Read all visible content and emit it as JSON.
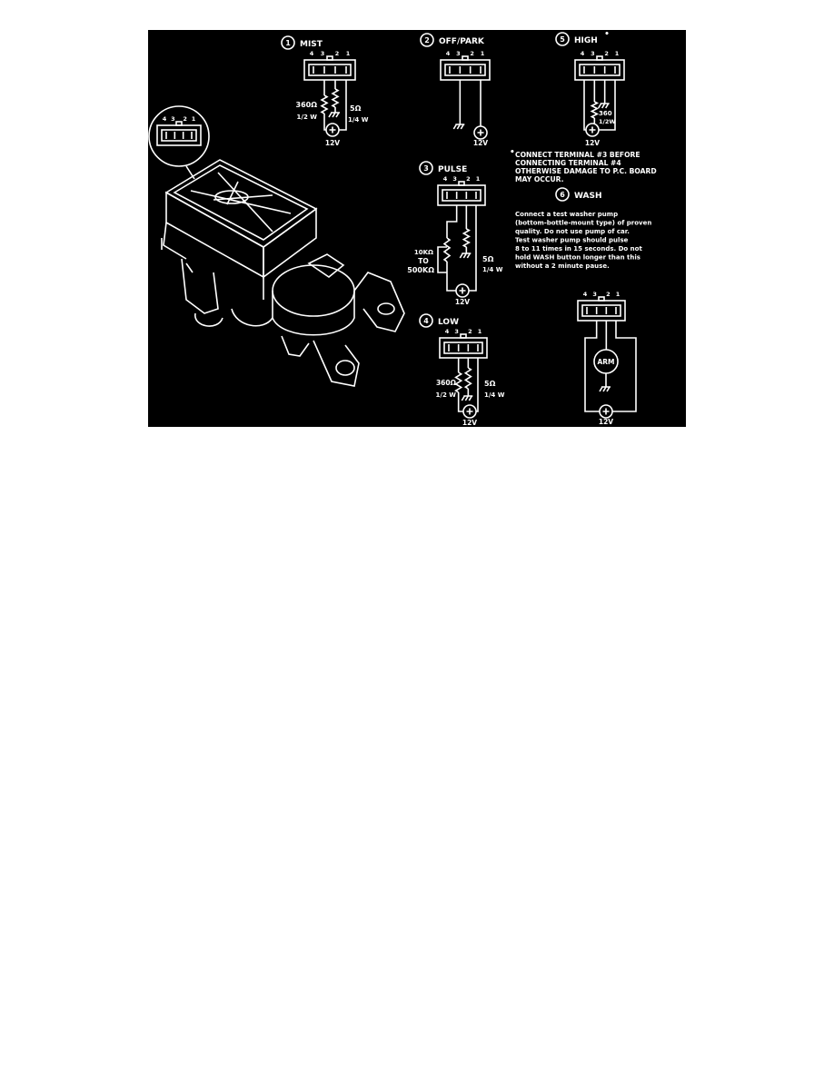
{
  "terminal_labels": [
    "4",
    "3",
    "2",
    "1"
  ],
  "colors": {
    "background": "#000000",
    "lines": "#ffffff",
    "page": "#ffffff"
  },
  "panels": {
    "mist": {
      "number": "1",
      "title": "MIST",
      "r1": "360Ω",
      "r1w": "1/2 W",
      "r2": "5Ω",
      "r2w": "1/4 W",
      "supply": "12V"
    },
    "off_park": {
      "number": "2",
      "title": "OFF/PARK",
      "supply": "12V"
    },
    "high": {
      "number": "5",
      "title": "HIGH",
      "marker": "•",
      "r1": "360",
      "r1w": "1/2W",
      "supply": "12V"
    },
    "pulse": {
      "number": "3",
      "title": "PULSE",
      "r1": "10KΩ",
      "r1to": "TO",
      "r1max": "500KΩ",
      "r2": "5Ω",
      "r2w": "1/4 W",
      "supply": "12V"
    },
    "low": {
      "number": "4",
      "title": "LOW",
      "r1": "360Ω",
      "r1w": "1/2 W",
      "r2": "5Ω",
      "r2w": "1/4 W",
      "supply": "12V"
    },
    "wash": {
      "number": "6",
      "title": "WASH",
      "motor": "ARM",
      "supply": "12V"
    }
  },
  "note": {
    "marker": "•",
    "lines": [
      "CONNECT TERMINAL #3 BEFORE",
      "CONNECTING TERMINAL #4",
      "OTHERWISE DAMAGE TO P.C. BOARD",
      "MAY OCCUR."
    ]
  },
  "wash_instructions": {
    "lines": [
      "Connect a test washer pump",
      "(bottom-bottle-mount type) of proven",
      "quality.  Do not use pump of car.",
      "Test washer pump should pulse",
      "8 to 11 times in 15 seconds. Do not",
      "hold WASH button longer than this",
      "without a 2 minute pause."
    ]
  }
}
